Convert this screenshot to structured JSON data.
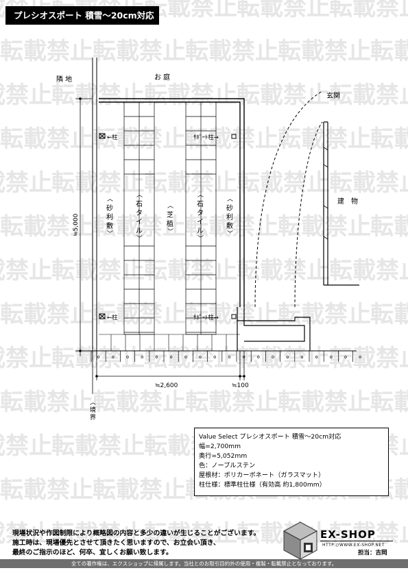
{
  "title": "プレシオスポート 積雪～20cm対応",
  "watermark": {
    "text": "転載禁止",
    "color": "#e6e6e6"
  },
  "plan": {
    "neighbor_label": "隣 地",
    "garden_label": "お 庭",
    "entrance_label": "玄関",
    "building_label": "建　物",
    "boundary_label": "境界",
    "post_left": "←柱",
    "support_post": "ｻﾎﾟｰﾄ柱→",
    "gravel": "砂利敷",
    "stone_tile": "石タイル",
    "grass": "芝植",
    "dim_depth": "≒5,000",
    "dim_width": "≒2,600",
    "dim_offset": "≒100"
  },
  "spec": {
    "name": "Value Select プレシオスポート 積雪～20cm対応",
    "width": "幅=2,700mm",
    "depth": "奥行=5,052mm",
    "color": "色：ノーブルステン",
    "roof": "屋根材：ポリカーボネート（ガラスマット）",
    "post": "柱仕様：標準柱仕様（有効高 約1,800mm）"
  },
  "notes": [
    "現場状況や作図制限により概略図の内容と多少の違いが生じることがございます。",
    "施工時は、現場優先とさせて頂きたく思いますので、お立会い頂き、",
    "最終のご指示のほど、何卒、宜しくお願い致します。"
  ],
  "logo": {
    "text": "EX-SHOP",
    "url": "HTTP://WWW.EX-SHOP.NET",
    "staff": "担当：吉岡"
  },
  "footer": "全ての著作権は、エクスショップに帰属します。当社とのお取引目的外の使用・複製・転載禁止となっております。"
}
